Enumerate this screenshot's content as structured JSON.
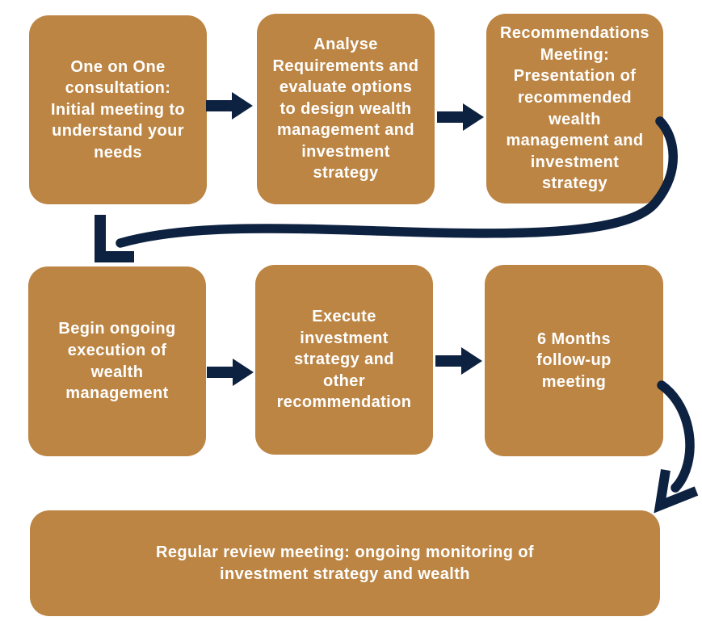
{
  "diagram": {
    "type": "flowchart",
    "background_color": "#FFFFFF",
    "colors": {
      "box_fill": "#BC8544",
      "arrow": "#0D2140",
      "box_text": "#FFFFFF"
    },
    "steps": [
      {
        "id": 1,
        "label": "One on One\nconsultation:\nInitial meeting to\nunderstand your\nneeds"
      },
      {
        "id": 2,
        "label": "Analyse\nRequirements and\nevaluate options\nto design wealth\nmanagement and\ninvestment\nstrategy"
      },
      {
        "id": 3,
        "label": "Recommendations\nMeeting:\nPresentation of\nrecommended\nwealth\nmanagement and\ninvestment\nstrategy"
      },
      {
        "id": 4,
        "label": "Begin ongoing\nexecution of\nwealth\nmanagement"
      },
      {
        "id": 5,
        "label": "Execute\ninvestment\nstrategy and\nother\nrecommendation"
      },
      {
        "id": 6,
        "label": "6 Months\nfollow-up\nmeeting"
      },
      {
        "id": 7,
        "label": "Regular review meeting: ongoing monitoring of\ninvestment strategy and wealth"
      }
    ],
    "connectors": [
      {
        "from": 1,
        "to": 2,
        "style": "block-arrow-right"
      },
      {
        "from": 2,
        "to": 3,
        "style": "block-arrow-right"
      },
      {
        "from": 3,
        "to": 4,
        "style": "curved-sweep-left-with-corner-arrowhead"
      },
      {
        "from": 4,
        "to": 5,
        "style": "block-arrow-right"
      },
      {
        "from": 5,
        "to": 6,
        "style": "block-arrow-right"
      },
      {
        "from": 6,
        "to": 7,
        "style": "curved-down-with-chevron-arrowhead"
      }
    ]
  }
}
